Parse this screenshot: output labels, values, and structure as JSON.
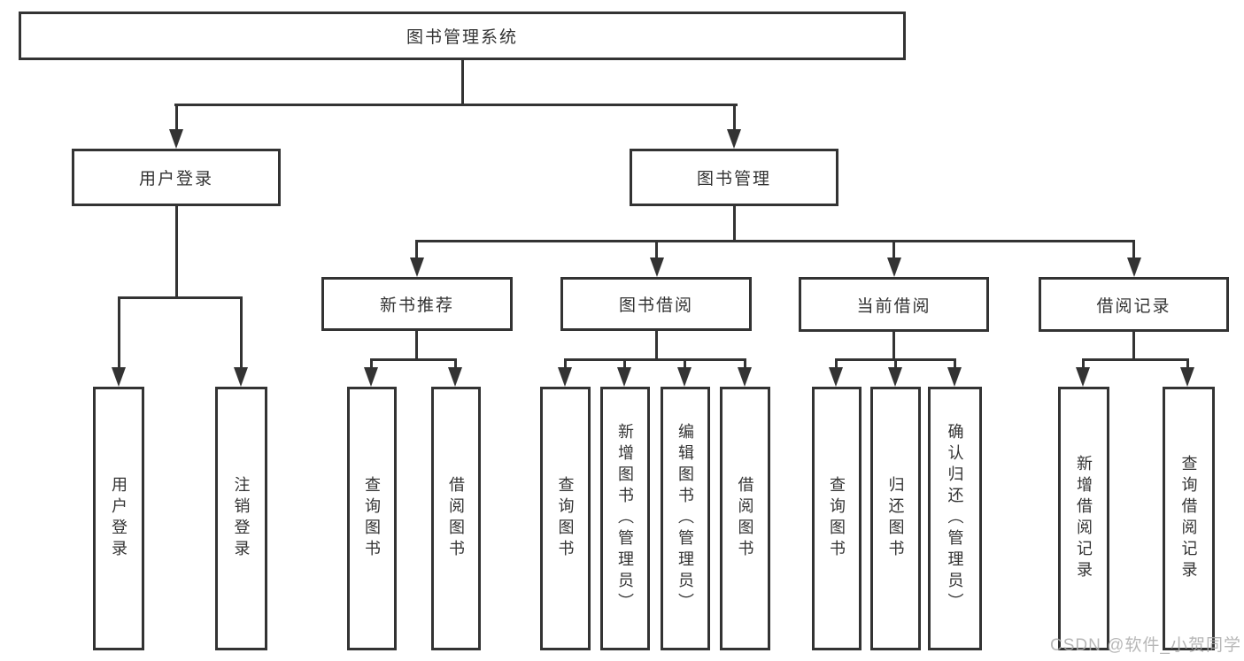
{
  "diagram_type": "tree",
  "colors": {
    "line": "#333333",
    "box_border": "#333333",
    "background": "#ffffff",
    "watermark": "#ababab"
  },
  "tree": {
    "label": "图书管理系统",
    "children": [
      {
        "label": "用户登录",
        "children": [
          {
            "label": "用户登录"
          },
          {
            "label": "注销登录"
          }
        ]
      },
      {
        "label": "图书管理",
        "children": [
          {
            "label": "新书推荐",
            "children": [
              {
                "label": "查询图书"
              },
              {
                "label": "借阅图书"
              }
            ]
          },
          {
            "label": "图书借阅",
            "children": [
              {
                "label": "查询图书"
              },
              {
                "label": "新增图书（管理员）"
              },
              {
                "label": "编辑图书（管理员）"
              },
              {
                "label": "借阅图书"
              }
            ]
          },
          {
            "label": "当前借阅",
            "children": [
              {
                "label": "查询图书"
              },
              {
                "label": "归还图书"
              },
              {
                "label": "确认归还（管理员）"
              }
            ]
          },
          {
            "label": "借阅记录",
            "children": [
              {
                "label": "新增借阅记录"
              },
              {
                "label": "查询借阅记录"
              }
            ]
          }
        ]
      }
    ]
  },
  "watermark": {
    "text": "CSDN @软件_小贺同学"
  }
}
